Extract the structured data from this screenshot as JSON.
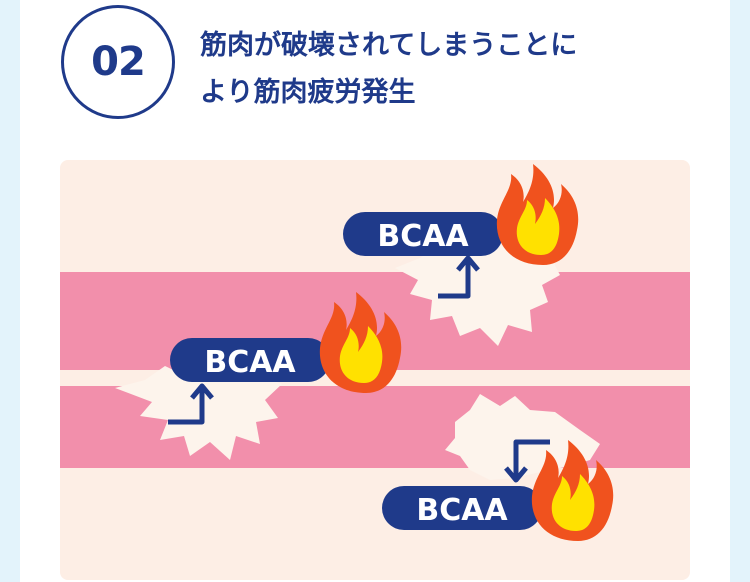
{
  "step": {
    "number": "02",
    "title_line1": "筋肉が破壊されてしまうことに",
    "title_line2": "より筋肉疲労発生"
  },
  "illustration": {
    "badges": [
      {
        "label": "BCAA"
      },
      {
        "label": "BCAA"
      },
      {
        "label": "BCAA"
      }
    ],
    "colors": {
      "background": "#fdeee5",
      "muscle_band": "#f28fab",
      "navy": "#1f3a8a",
      "flame_outer": "#f0521e",
      "flame_inner": "#ffe100",
      "burst": "#fdf4ec"
    },
    "icons": [
      "flame-icon",
      "arrow-icon",
      "burst-icon"
    ]
  }
}
